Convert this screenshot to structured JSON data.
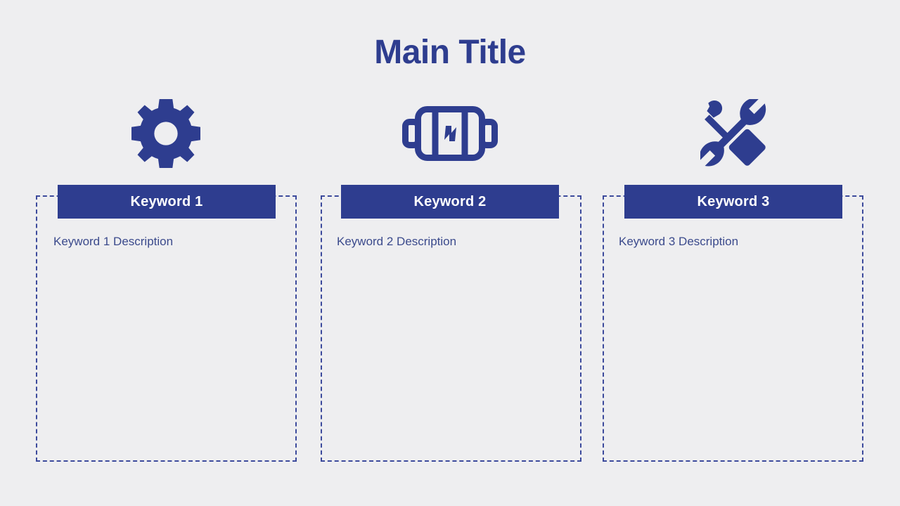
{
  "slide": {
    "title": "Main Title",
    "background_color": "#eeeef0",
    "accent_color": "#2e3d8f",
    "dashed_border_color": "#3c4a9c",
    "description_color": "#3b4a8c"
  },
  "columns": [
    {
      "icon": "gear-icon",
      "keyword": "Keyword 1",
      "description": "Keyword 1 Description"
    },
    {
      "icon": "battery-charging-icon",
      "keyword": "Keyword 2",
      "description": "Keyword 2 Description"
    },
    {
      "icon": "wrench-screwdriver-icon",
      "keyword": "Keyword 3",
      "description": "Keyword 3 Description"
    }
  ]
}
